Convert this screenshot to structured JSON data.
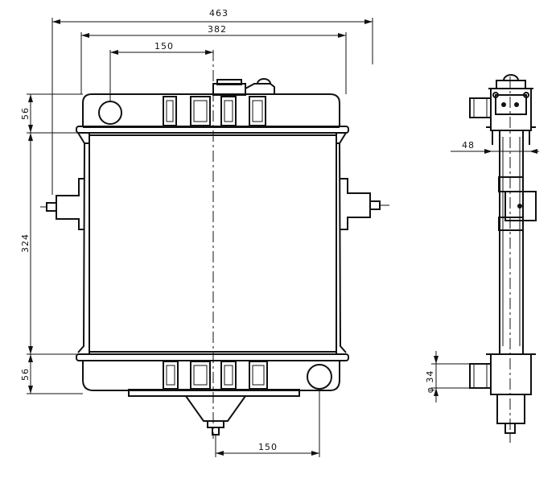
{
  "dimensions": {
    "overall_width": "463",
    "core_width": "382",
    "top_inlet_offset": "150",
    "bottom_outlet_offset": "150",
    "top_tank_height": "56",
    "core_height": "324",
    "bottom_tank_height": "56",
    "side_depth": "48",
    "pipe_diameter": "φ 34"
  }
}
